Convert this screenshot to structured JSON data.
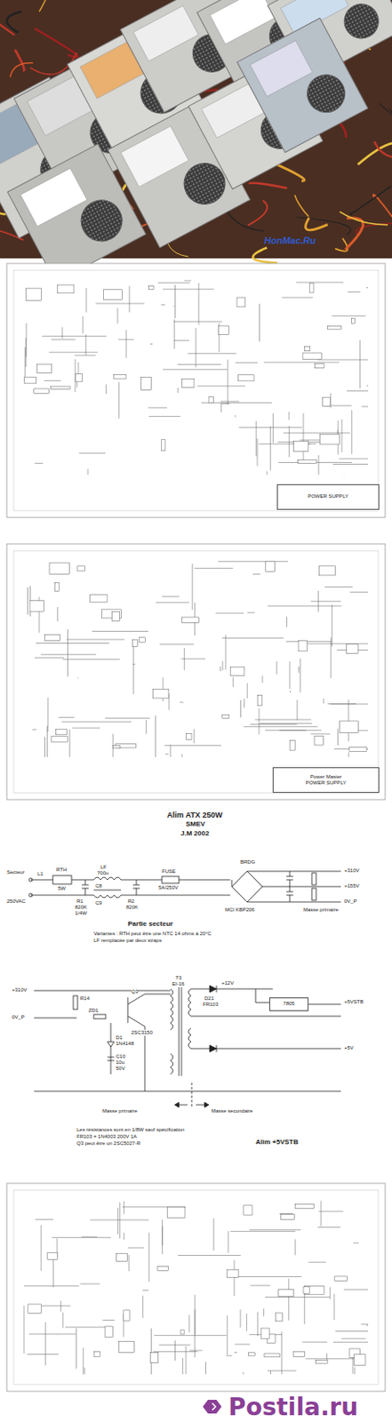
{
  "diagram": {
    "nodes": [
      {
        "text": [
          "POWER SUPPLY"
        ]
      },
      {
        "text": [
          "Power Master",
          "POWER SUPPLY"
        ]
      },
      {
        "text": [
          "7805"
        ]
      }
    ],
    "labels": [
      "HonMac.Ru",
      "Alim ATX 250W",
      "SMEV",
      "J.M 2002",
      "Secteur",
      "250VAC",
      "L1",
      "RTH",
      "5W",
      "LF",
      "700u",
      "C8",
      "C9",
      "R1",
      "820K",
      "1/4W",
      "R2",
      "820K",
      "FUSE",
      "5A/250V",
      "BRDG",
      "MCI KBP206",
      "+310V",
      "+155V",
      "0V_P",
      "Masse primaire",
      "Partie secteur",
      "Variantes : RTH peut être une NTC 14 ohms à 20°C",
      "LF remplacée par deux straps",
      "+310V",
      "0V_P",
      "R14",
      "ZD1",
      "Q3",
      "2SC3150",
      "D1",
      "1N4148",
      "C10",
      "10u",
      "50V",
      "T3",
      "EI-16",
      "+12V",
      "D21",
      "FR103",
      "+5VSTB",
      "+5V",
      "Masse primaire",
      "Masse secondaire",
      "Les résistances sont en 1/8W sauf spécification",
      "FR103 = 1N4003 200V 1A",
      "Q3 peut être un 2SC5027-R",
      "Alim +5VSTB",
      "Postila.ru"
    ]
  }
}
